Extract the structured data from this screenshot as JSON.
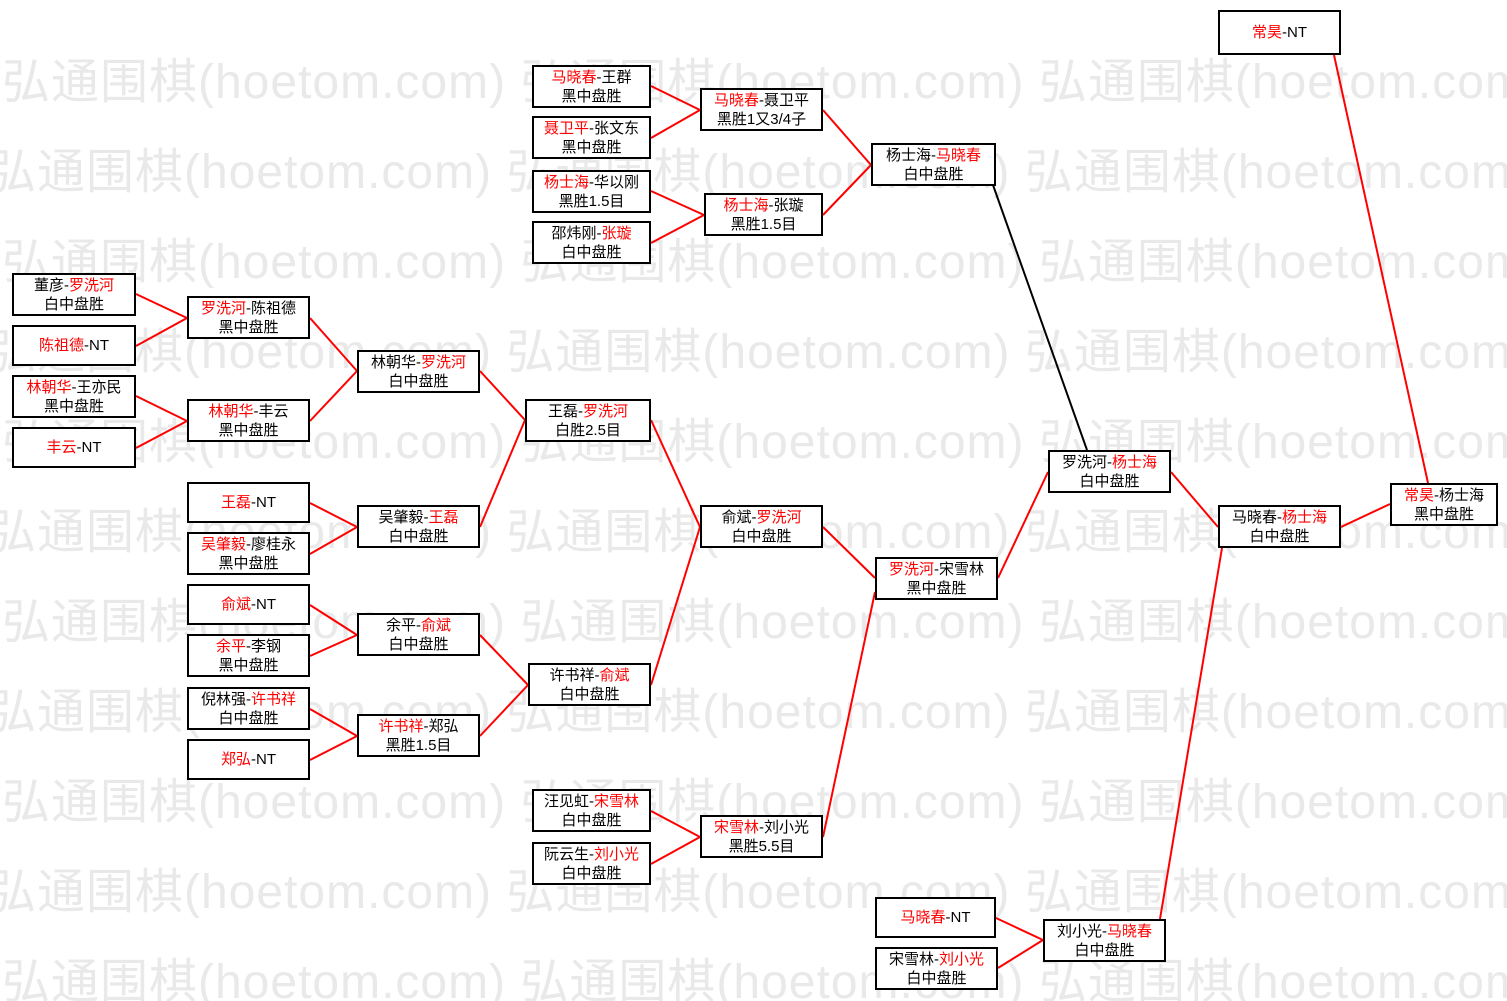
{
  "watermark": {
    "text": "弘通围棋(hoetom.com)",
    "rows": 11,
    "color": "#e9e9e9"
  },
  "colors": {
    "winner": "#ff0000",
    "loser": "#000000",
    "line": "#ff0000",
    "line_alt": "#000000",
    "box_border": "#000000",
    "box_bg": "#ffffff"
  },
  "nodes": [
    {
      "p1": "常昊",
      "p2": "NT",
      "red": 1,
      "result": ""
    },
    {
      "p1": "马晓春",
      "p2": "王群",
      "red": 1,
      "result": "黑中盘胜"
    },
    {
      "p1": "聂卫平",
      "p2": "张文东",
      "red": 1,
      "result": "黑中盘胜"
    },
    {
      "p1": "杨士海",
      "p2": "华以刚",
      "red": 1,
      "result": "黑胜1.5目"
    },
    {
      "p1": "邵炜刚",
      "p2": "张璇",
      "red": 2,
      "result": "白中盘胜"
    },
    {
      "p1": "马晓春",
      "p2": "聂卫平",
      "red": 1,
      "result": "黑胜1又3/4子"
    },
    {
      "p1": "杨士海",
      "p2": "张璇",
      "red": 1,
      "result": "黑胜1.5目"
    },
    {
      "p1": "杨士海",
      "p2": "马晓春",
      "red": 2,
      "result": "白中盘胜"
    },
    {
      "p1": "董彦",
      "p2": "罗洗河",
      "red": 2,
      "result": "白中盘胜"
    },
    {
      "p1": "陈祖德",
      "p2": "NT",
      "red": 1,
      "result": ""
    },
    {
      "p1": "林朝华",
      "p2": "王亦民",
      "red": 1,
      "result": "黑中盘胜"
    },
    {
      "p1": "丰云",
      "p2": "NT",
      "red": 1,
      "result": ""
    },
    {
      "p1": "罗洗河",
      "p2": "陈祖德",
      "red": 1,
      "result": "黑中盘胜"
    },
    {
      "p1": "林朝华",
      "p2": "丰云",
      "red": 1,
      "result": "黑中盘胜"
    },
    {
      "p1": "林朝华",
      "p2": "罗洗河",
      "red": 2,
      "result": "白中盘胜"
    },
    {
      "p1": "王磊",
      "p2": "NT",
      "red": 1,
      "result": ""
    },
    {
      "p1": "吴肇毅",
      "p2": "廖桂永",
      "red": 1,
      "result": "黑中盘胜"
    },
    {
      "p1": "吴肇毅",
      "p2": "王磊",
      "red": 2,
      "result": "白中盘胜"
    },
    {
      "p1": "俞斌",
      "p2": "NT",
      "red": 1,
      "result": ""
    },
    {
      "p1": "余平",
      "p2": "李钢",
      "red": 1,
      "result": "黑中盘胜"
    },
    {
      "p1": "余平",
      "p2": "俞斌",
      "red": 2,
      "result": "白中盘胜"
    },
    {
      "p1": "倪林强",
      "p2": "许书祥",
      "red": 2,
      "result": "白中盘胜"
    },
    {
      "p1": "郑弘",
      "p2": "NT",
      "red": 1,
      "result": ""
    },
    {
      "p1": "许书祥",
      "p2": "郑弘",
      "red": 1,
      "result": "黑胜1.5目"
    },
    {
      "p1": "王磊",
      "p2": "罗洗河",
      "red": 2,
      "result": "白胜2.5目"
    },
    {
      "p1": "许书祥",
      "p2": "俞斌",
      "red": 2,
      "result": "白中盘胜"
    },
    {
      "p1": "俞斌",
      "p2": "罗洗河",
      "red": 2,
      "result": "白中盘胜"
    },
    {
      "p1": "汪见虹",
      "p2": "宋雪林",
      "red": 2,
      "result": "白中盘胜"
    },
    {
      "p1": "阮云生",
      "p2": "刘小光",
      "red": 2,
      "result": "白中盘胜"
    },
    {
      "p1": "宋雪林",
      "p2": "刘小光",
      "red": 1,
      "result": "黑胜5.5目"
    },
    {
      "p1": "罗洗河",
      "p2": "宋雪林",
      "red": 1,
      "result": "黑中盘胜"
    },
    {
      "p1": "罗洗河",
      "p2": "杨士海",
      "red": 2,
      "result": "白中盘胜"
    },
    {
      "p1": "马晓春",
      "p2": "NT",
      "red": 1,
      "result": ""
    },
    {
      "p1": "宋雪林",
      "p2": "刘小光",
      "red": 2,
      "result": "白中盘胜"
    },
    {
      "p1": "刘小光",
      "p2": "马晓春",
      "red": 2,
      "result": "白中盘胜"
    },
    {
      "p1": "马晓春",
      "p2": "杨士海",
      "red": 2,
      "result": "白中盘胜"
    },
    {
      "p1": "常昊",
      "p2": "杨士海",
      "red": 1,
      "result": "黑中盘胜"
    }
  ]
}
